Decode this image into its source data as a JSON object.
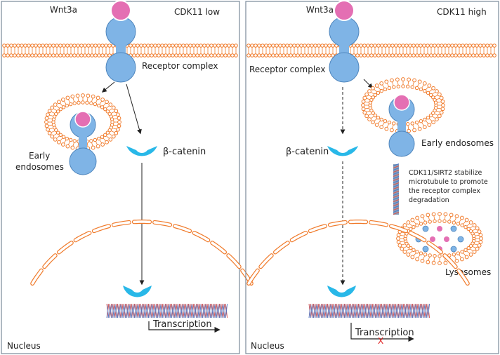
{
  "colors": {
    "membrane": "#f07a2a",
    "receptor": "#7fb4e6",
    "receptor_stroke": "#4f86bd",
    "wnt": "#e46fb3",
    "beta_catenin": "#29b8e8",
    "dna_red": "#d9534f",
    "dna_blue": "#4a78c8",
    "panel_border": "#7a8a99",
    "inhibit": "#e02020"
  },
  "icons": {
    "inhibition_mark": "x-mark-icon"
  },
  "panels": [
    {
      "state": "CDK11 low",
      "ligand": "Wnt3a",
      "receptor": "Receptor complex",
      "endosome": "Early\nendosomes",
      "beta_catenin": "β-catenin",
      "transcription": "Transcription",
      "nucleus": "Nucleus"
    },
    {
      "state": "CDK11 high",
      "ligand": "Wnt3a",
      "receptor": "Receptor complex",
      "endosome": "Early endosomes",
      "beta_catenin": "β-catenin",
      "microtubule_note": "CDK11/SIRT2 stabilize\nmicrotubule to promote\nthe receptor complex\ndegradation",
      "lysosome": "Lysosomes",
      "transcription": "Transcription",
      "inhibition": "X",
      "nucleus": "Nucleus"
    }
  ]
}
